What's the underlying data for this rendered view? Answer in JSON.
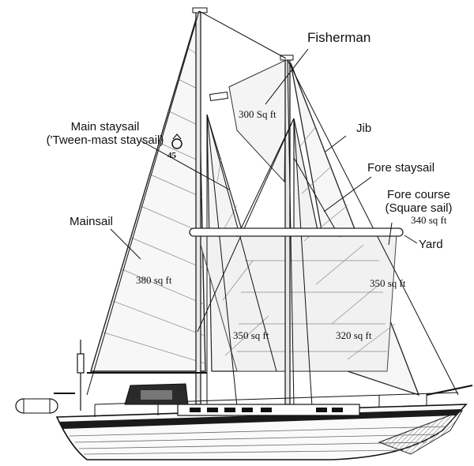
{
  "labels": {
    "fisherman": "Fisherman",
    "main_staysail_line1": "Main staysail",
    "main_staysail_line2": "('Tween-mast staysail)",
    "jib": "Jib",
    "fore_staysail": "Fore staysail",
    "fore_course_line1": "Fore course",
    "fore_course_line2": "(Square sail)",
    "mainsail": "Mainsail",
    "yard": "Yard"
  },
  "areas": {
    "fisherman": "300 Sq ft",
    "fore_course": "340 sq ft",
    "mainsail": "380 sq ft",
    "main_staysail": "350 sq ft",
    "fore_staysail": "320 sq ft",
    "jib": "350 sq ft"
  },
  "emblem": {
    "sail_number": "45"
  },
  "colors": {
    "ink": "#111111",
    "sail_line": "#555555",
    "hull_dark": "#1a1a1a",
    "yard_fill": "#ffffff"
  }
}
